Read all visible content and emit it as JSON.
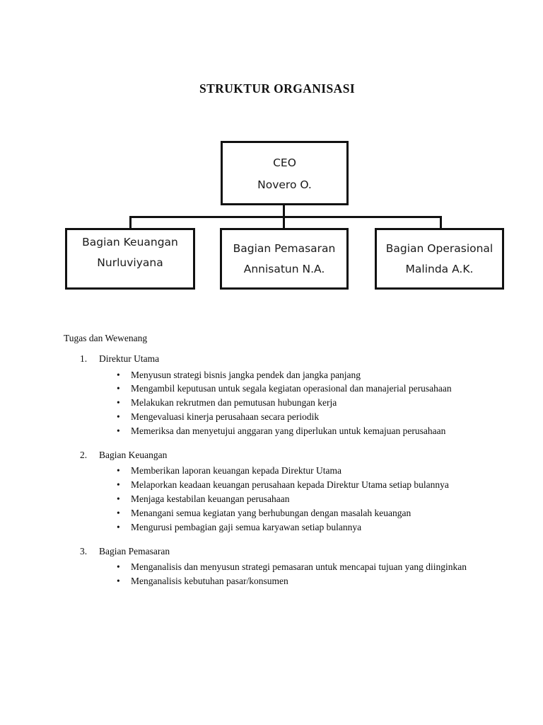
{
  "document": {
    "title": "STRUKTUR ORGANISASI"
  },
  "org_chart": {
    "ceo": {
      "role": "CEO",
      "name": "Novero O."
    },
    "divisions": [
      {
        "role": "Bagian Keuangan",
        "name": "Nurluviyana"
      },
      {
        "role": "Bagian Pemasaran",
        "name": "Annisatun N.A."
      },
      {
        "role": "Bagian Operasional",
        "name": "Malinda A.K."
      }
    ]
  },
  "body": {
    "heading": "Tugas dan Wewenang",
    "sections": [
      {
        "number": "1.",
        "title": "Direktur Utama",
        "bullets": [
          "Menyusun strategi bisnis jangka pendek dan jangka panjang",
          "Mengambil keputusan untuk segala kegiatan operasional dan manajerial perusahaan",
          "Melakukan rekrutmen dan pemutusan hubungan kerja",
          "Mengevaluasi kinerja perusahaan secara periodik",
          "Memeriksa dan menyetujui anggaran yang diperlukan untuk kemajuan perusahaan"
        ]
      },
      {
        "number": "2.",
        "title": "Bagian Keuangan",
        "bullets": [
          "Memberikan laporan keuangan kepada Direktur Utama",
          "Melaporkan keadaan keuangan perusahaan kepada Direktur Utama setiap bulannya",
          "Menjaga kestabilan keuangan perusahaan",
          "Menangani semua kegiatan yang berhubungan dengan masalah keuangan",
          "Mengurusi pembagian gaji semua karyawan setiap bulannya"
        ]
      },
      {
        "number": "3.",
        "title": "Bagian Pemasaran",
        "bullets": [
          "Menganalisis dan menyusun strategi pemasaran untuk mencapai tujuan yang diinginkan",
          "Menganalisis kebutuhan pasar/konsumen"
        ]
      }
    ],
    "bullet_glyph": "•"
  },
  "colors": {
    "ink": "#111111",
    "page": "#ffffff"
  }
}
